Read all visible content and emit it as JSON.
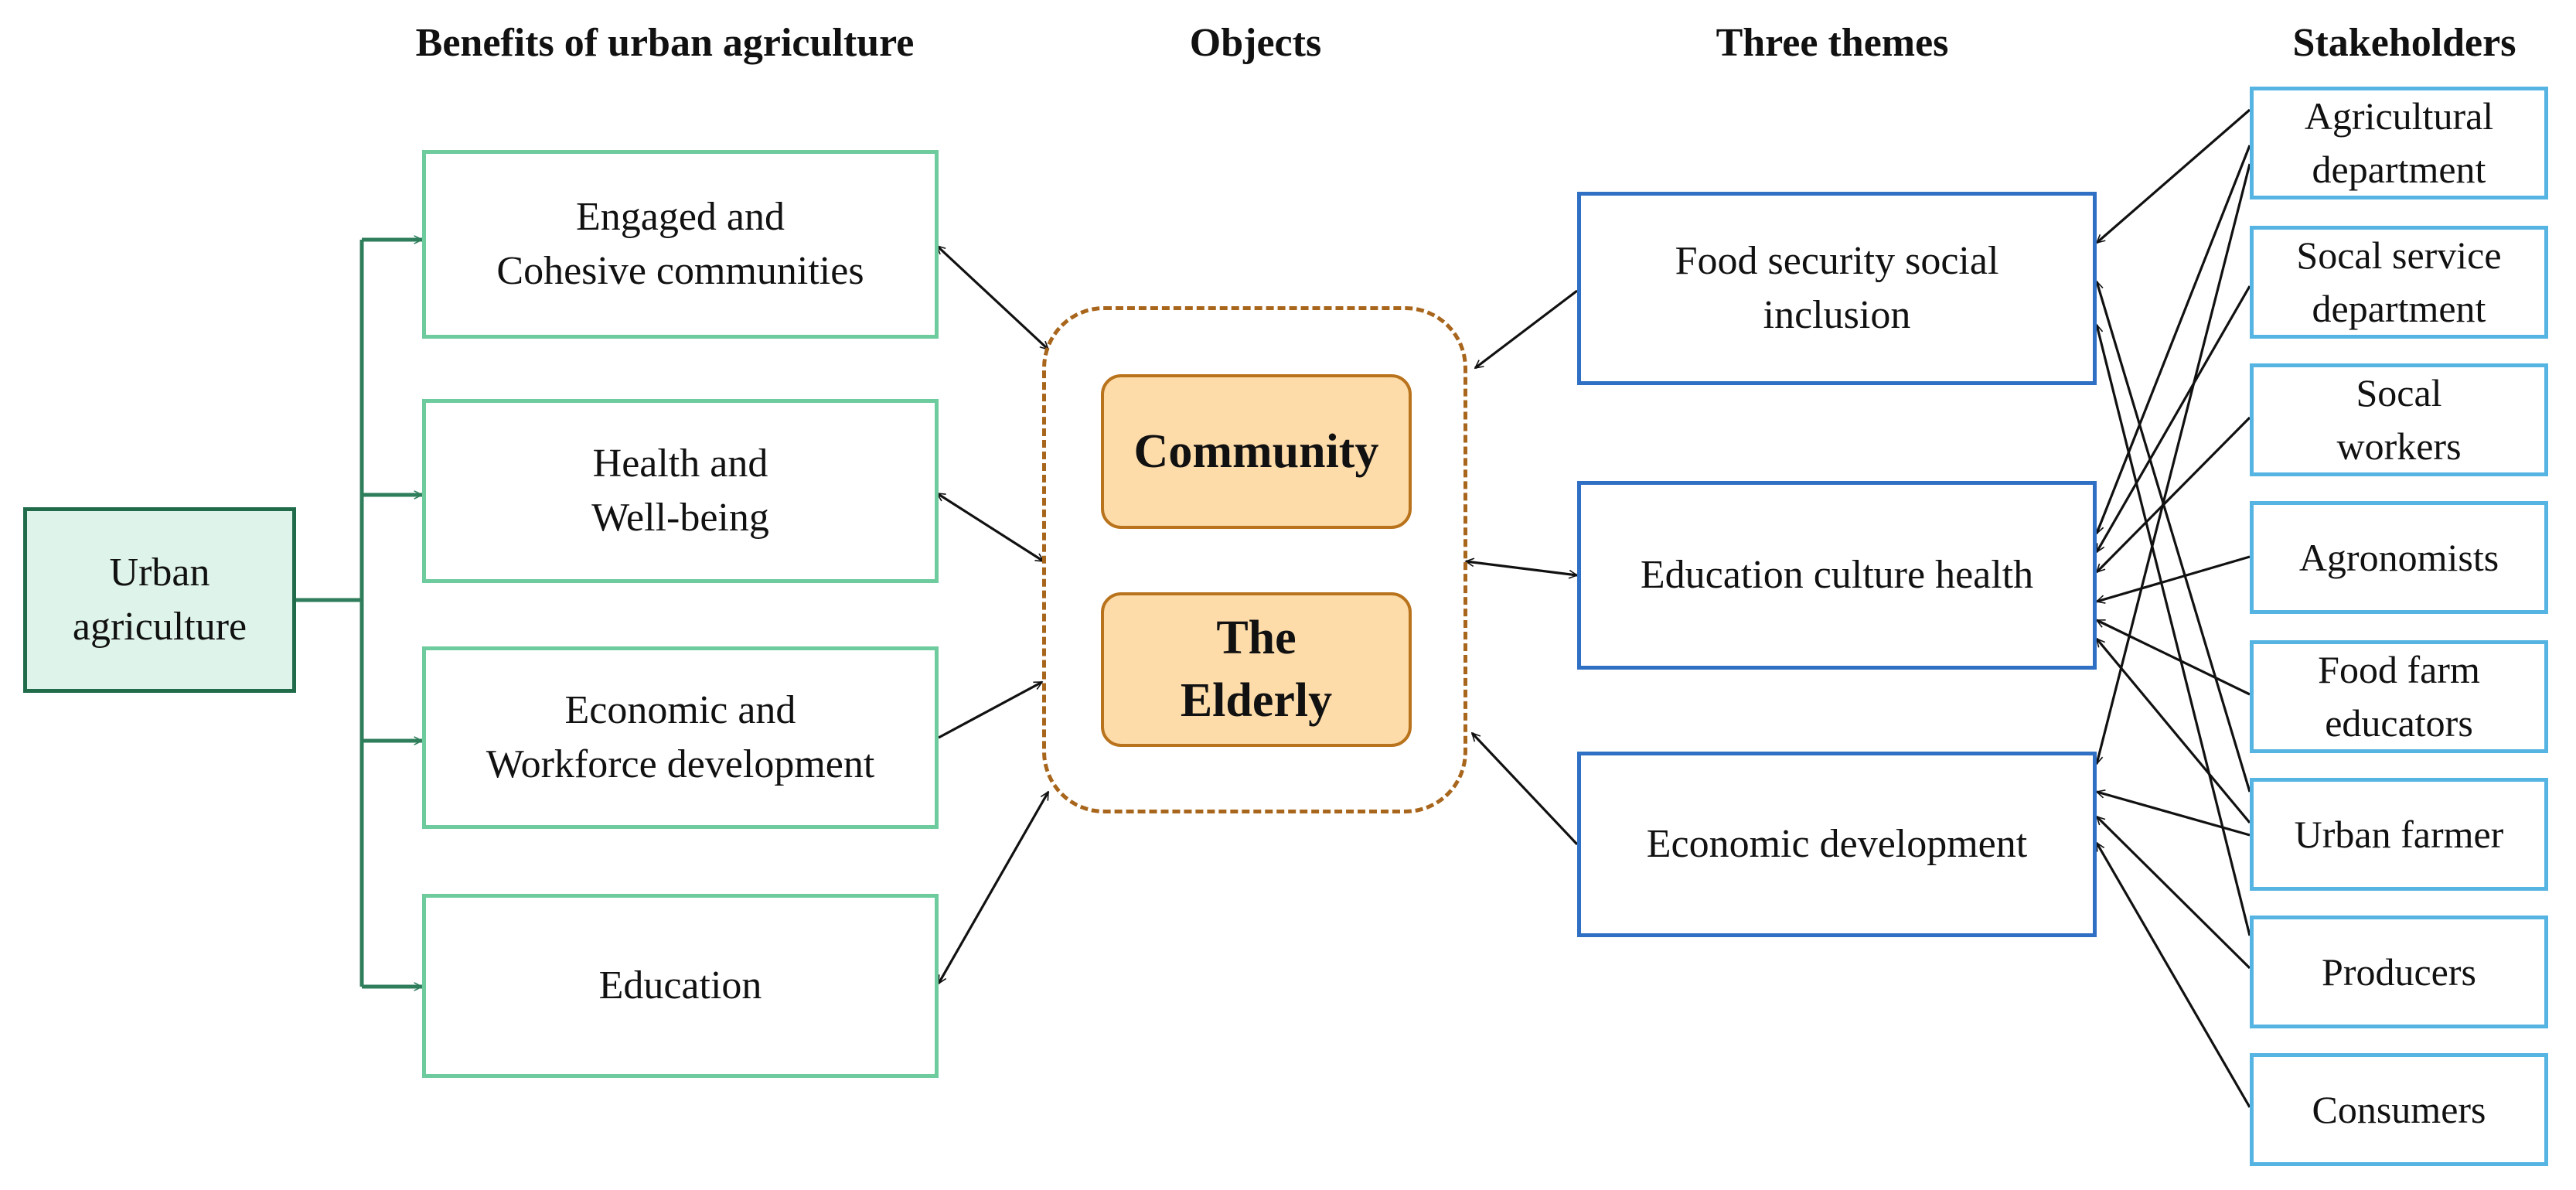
{
  "headers": {
    "benefits": "Benefits of urban agriculture",
    "objects": "Objects",
    "themes": "Three themes",
    "stakeholders": "Stakeholders"
  },
  "root": {
    "label": "Urban\nagriculture"
  },
  "benefits": [
    {
      "label": "Engaged and\nCohesive communities"
    },
    {
      "label": "Health and\nWell-being"
    },
    {
      "label": "Economic and\nWorkforce development"
    },
    {
      "label": "Education"
    }
  ],
  "objects": [
    {
      "label": "Community"
    },
    {
      "label": "The\nElderly"
    }
  ],
  "themes": [
    {
      "label": "Food security social\ninclusion"
    },
    {
      "label": "Education culture health"
    },
    {
      "label": "Economic development"
    }
  ],
  "stakeholders": [
    {
      "label": "Agricultural\ndepartment"
    },
    {
      "label": "Socal service\ndepartment"
    },
    {
      "label": "Socal\nworkers"
    },
    {
      "label": "Agronomists"
    },
    {
      "label": "Food farm\neducators"
    },
    {
      "label": "Urban farmer"
    },
    {
      "label": "Producers"
    },
    {
      "label": "Consumers"
    }
  ],
  "colors": {
    "root_border": "#1f6b4a",
    "root_fill": "#def3ea",
    "benefit_border": "#6dcb9e",
    "object_border": "#b9731c",
    "object_fill": "#fddcaa",
    "theme_border": "#2f6fc4",
    "stakeholder_border": "#56b4e2",
    "tree_line": "#2e7d5b",
    "arrow_line": "#111111"
  }
}
